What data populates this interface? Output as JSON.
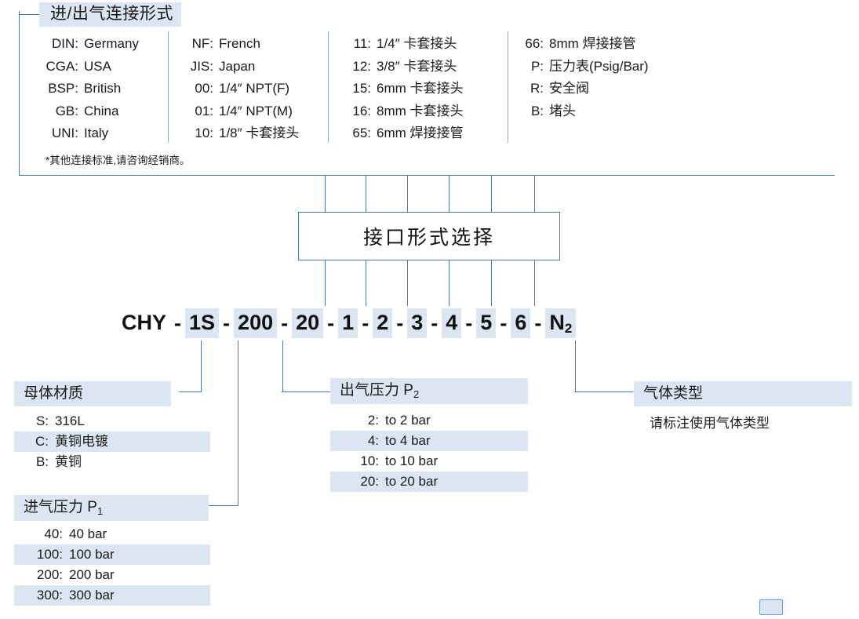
{
  "top_panel": {
    "title": "进/出气连接形式",
    "note": "*其他连接标准,请咨询经销商。",
    "columns": [
      {
        "items": [
          {
            "key": "DIN:",
            "value": "Germany"
          },
          {
            "key": "CGA:",
            "value": "USA"
          },
          {
            "key": "BSP:",
            "value": "British"
          },
          {
            "key": "GB:",
            "value": "China"
          },
          {
            "key": "UNI:",
            "value": "Italy"
          }
        ]
      },
      {
        "items": [
          {
            "key": "NF:",
            "value": "French"
          },
          {
            "key": "JIS:",
            "value": "Japan"
          },
          {
            "key": "00:",
            "value": "1/4″ NPT(F)"
          },
          {
            "key": "01:",
            "value": "1/4″ NPT(M)"
          },
          {
            "key": "10:",
            "value": "1/8″ 卡套接头"
          }
        ]
      },
      {
        "items": [
          {
            "key": "11:",
            "value": "1/4″ 卡套接头"
          },
          {
            "key": "12:",
            "value": "3/8″ 卡套接头"
          },
          {
            "key": "15:",
            "value": "6mm 卡套接头"
          },
          {
            "key": "16:",
            "value": "8mm 卡套接头"
          },
          {
            "key": "65:",
            "value": "6mm 焊接接管"
          }
        ]
      },
      {
        "items": [
          {
            "key": "66:",
            "value": "8mm 焊接接管"
          },
          {
            "key": "P:",
            "value": "压力表(Psig/Bar)"
          },
          {
            "key": "R:",
            "value": "安全阀"
          },
          {
            "key": "B:",
            "value": "堵头"
          }
        ]
      }
    ]
  },
  "center_box": {
    "label": "接口形式选择"
  },
  "model_code": {
    "segments": [
      {
        "text": "CHY",
        "highlight": false
      },
      {
        "text": "-",
        "dash": true
      },
      {
        "text": "1S",
        "highlight": true
      },
      {
        "text": "-",
        "dash": true
      },
      {
        "text": "200",
        "highlight": true
      },
      {
        "text": "-",
        "dash": true
      },
      {
        "text": "20",
        "highlight": true
      },
      {
        "text": "-",
        "dash": true
      },
      {
        "text": "1",
        "highlight": true
      },
      {
        "text": "-",
        "dash": true
      },
      {
        "text": "2",
        "highlight": true
      },
      {
        "text": "-",
        "dash": true
      },
      {
        "text": "3",
        "highlight": true
      },
      {
        "text": "-",
        "dash": true
      },
      {
        "text": "4",
        "highlight": true
      },
      {
        "text": "-",
        "dash": true
      },
      {
        "text": "5",
        "highlight": true
      },
      {
        "text": "-",
        "dash": true
      },
      {
        "text": "6",
        "highlight": true
      },
      {
        "text": "-",
        "dash": true
      },
      {
        "text": "N",
        "sub": "2",
        "highlight": true
      }
    ],
    "full_text": "CHY - 1S -200- 20 - 1 - 2 - 3 - 4 - 5 - 6 - N2"
  },
  "body_material": {
    "title": "母体材质",
    "options": [
      {
        "key": "S:",
        "value": "316L",
        "highlight": false
      },
      {
        "key": "C:",
        "value": "黄铜电镀",
        "highlight": true
      },
      {
        "key": "B:",
        "value": "黄铜",
        "highlight": false
      }
    ]
  },
  "inlet_pressure": {
    "title": "进气压力 P",
    "title_sub": "1",
    "options": [
      {
        "key": "40:",
        "value": "40 bar",
        "highlight": false
      },
      {
        "key": "100:",
        "value": "100 bar",
        "highlight": true
      },
      {
        "key": "200:",
        "value": "200 bar",
        "highlight": false
      },
      {
        "key": "300:",
        "value": "300 bar",
        "highlight": true
      }
    ]
  },
  "outlet_pressure": {
    "title": "出气压力 P",
    "title_sub": "2",
    "options": [
      {
        "key": "2:",
        "value": "to 2 bar",
        "highlight": false
      },
      {
        "key": "4:",
        "value": "to 4 bar",
        "highlight": true
      },
      {
        "key": "10:",
        "value": "to 10 bar",
        "highlight": false
      },
      {
        "key": "20:",
        "value": "to 20 bar",
        "highlight": true
      }
    ]
  },
  "gas_type": {
    "title": "气体类型",
    "note": "请标注使用气体类型"
  },
  "colors": {
    "highlight": "#dce6f2",
    "line": "#4a79a8",
    "divider": "#8ea9c4",
    "text": "#1a1a1a"
  }
}
